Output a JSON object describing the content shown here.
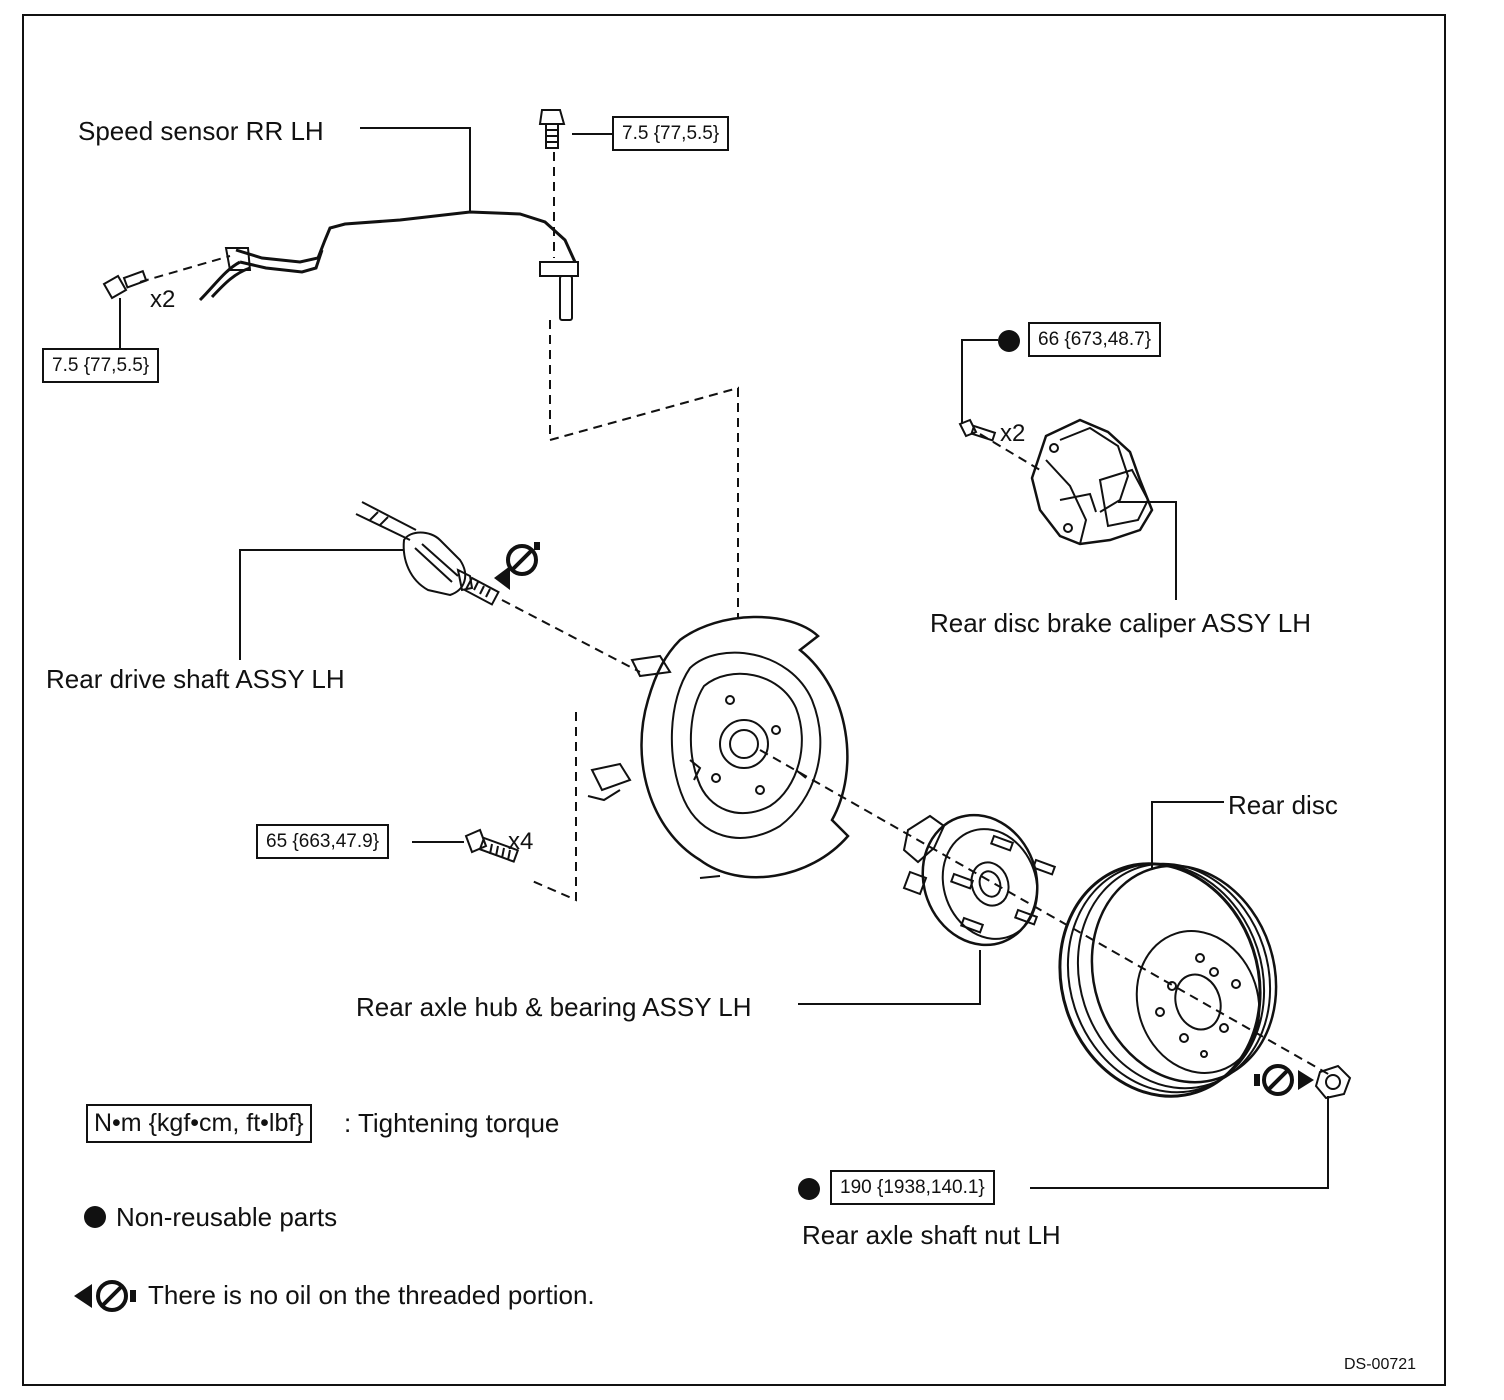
{
  "labels": {
    "speed_sensor": "Speed sensor RR LH",
    "drive_shaft": "Rear drive shaft ASSY LH",
    "caliper": "Rear disc brake caliper ASSY LH",
    "rear_disc": "Rear disc",
    "hub_bearing": "Rear axle hub & bearing ASSY LH",
    "axle_nut": "Rear axle shaft nut LH"
  },
  "torques": {
    "sensor_top": "7.5 {77,5.5}",
    "sensor_left": "7.5 {77,5.5}",
    "caliper": "66 {673,48.7}",
    "hub_bolts": "65 {663,47.9}",
    "axle_nut": "190 {1938,140.1}"
  },
  "quantities": {
    "sensor_bolts": "x2",
    "caliper_bolts": "x2",
    "hub_bolts": "x4"
  },
  "legend": {
    "unit_box": "N•m {kgf•cm, ft•lbf}",
    "unit_desc": ": Tightening torque",
    "non_reusable": "Non-reusable parts",
    "no_oil": "There is no oil on the threaded portion."
  },
  "diagram_id": "DS-00721",
  "colors": {
    "ink": "#111111",
    "background": "#ffffff"
  }
}
